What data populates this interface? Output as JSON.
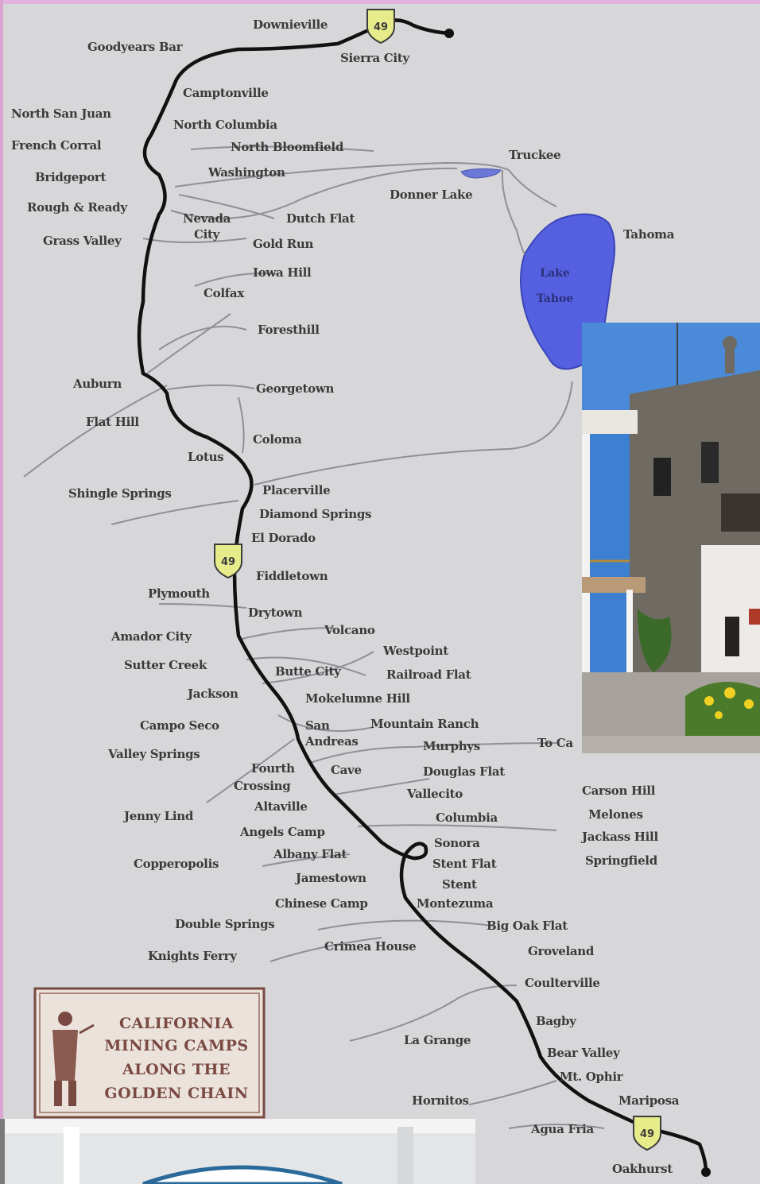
{
  "map": {
    "cartouche": {
      "lines": [
        "CALIFORNIA",
        "MINING CAMPS",
        "ALONG THE",
        "GOLDEN CHAIN"
      ]
    },
    "lake_label": [
      "Lake",
      "Tahoe"
    ],
    "highway_shield": "49",
    "places": [
      {
        "name": "Downieville"
      },
      {
        "name": "Goodyears Bar"
      },
      {
        "name": "Sierra City"
      },
      {
        "name": "Camptonville"
      },
      {
        "name": "North San Juan"
      },
      {
        "name": "North Columbia"
      },
      {
        "name": "French Corral"
      },
      {
        "name": "North Bloomfield"
      },
      {
        "name": "Bridgeport"
      },
      {
        "name": "Washington"
      },
      {
        "name": "Truckee"
      },
      {
        "name": "Donner Lake"
      },
      {
        "name": "Rough & Ready"
      },
      {
        "name": "Nevada"
      },
      {
        "name": "City"
      },
      {
        "name": "Dutch Flat"
      },
      {
        "name": "Grass Valley"
      },
      {
        "name": "Gold Run"
      },
      {
        "name": "Tahoma"
      },
      {
        "name": "Iowa Hill"
      },
      {
        "name": "Colfax"
      },
      {
        "name": "Foresthill"
      },
      {
        "name": "Auburn"
      },
      {
        "name": "Georgetown"
      },
      {
        "name": "Flat Hill"
      },
      {
        "name": "Coloma"
      },
      {
        "name": "Lotus"
      },
      {
        "name": "Shingle Springs"
      },
      {
        "name": "Placerville"
      },
      {
        "name": "Diamond Springs"
      },
      {
        "name": "El Dorado"
      },
      {
        "name": "Fiddletown"
      },
      {
        "name": "Plymouth"
      },
      {
        "name": "Drytown"
      },
      {
        "name": "Amador City"
      },
      {
        "name": "Volcano"
      },
      {
        "name": "Westpoint"
      },
      {
        "name": "Sutter Creek"
      },
      {
        "name": "Butte City"
      },
      {
        "name": "Railroad Flat"
      },
      {
        "name": "Jackson"
      },
      {
        "name": "Mokelumne Hill"
      },
      {
        "name": "Campo Seco"
      },
      {
        "name": "San"
      },
      {
        "name": "Andreas"
      },
      {
        "name": "Mountain Ranch"
      },
      {
        "name": "Murphys"
      },
      {
        "name": "To Ca"
      },
      {
        "name": "Valley Springs"
      },
      {
        "name": "Fourth"
      },
      {
        "name": "Crossing"
      },
      {
        "name": "Cave"
      },
      {
        "name": "Vallecito"
      },
      {
        "name": "Douglas Flat"
      },
      {
        "name": "Carson Hill"
      },
      {
        "name": "Melones"
      },
      {
        "name": "Jackass Hill"
      },
      {
        "name": "Springfield"
      },
      {
        "name": "Jenny Lind"
      },
      {
        "name": "Altaville"
      },
      {
        "name": "Columbia"
      },
      {
        "name": "Angels Camp"
      },
      {
        "name": "Sonora"
      },
      {
        "name": "Copperopolis"
      },
      {
        "name": "Albany Flat"
      },
      {
        "name": "Stent Flat"
      },
      {
        "name": "Jamestown"
      },
      {
        "name": "Stent"
      },
      {
        "name": "Chinese Camp"
      },
      {
        "name": "Montezuma"
      },
      {
        "name": "Double Springs"
      },
      {
        "name": "Big Oak Flat"
      },
      {
        "name": "Crimea House"
      },
      {
        "name": "Groveland"
      },
      {
        "name": "Knights Ferry"
      },
      {
        "name": "Coulterville"
      },
      {
        "name": "Bagby"
      },
      {
        "name": "La Grange"
      },
      {
        "name": "Bear Valley"
      },
      {
        "name": "Mt. Ophir"
      },
      {
        "name": "Hornitos"
      },
      {
        "name": "Mariposa"
      },
      {
        "name": "Agua Fria"
      },
      {
        "name": "Oakhurst"
      }
    ]
  },
  "colors": {
    "background": "#d7d7d9",
    "route": "#111111",
    "roads": "#8e9096",
    "lake": "#5560e0",
    "shield": "#e6ec8a",
    "cartouche_bg": "#ebe2dc",
    "cartouche_frame": "#7a4a42"
  }
}
